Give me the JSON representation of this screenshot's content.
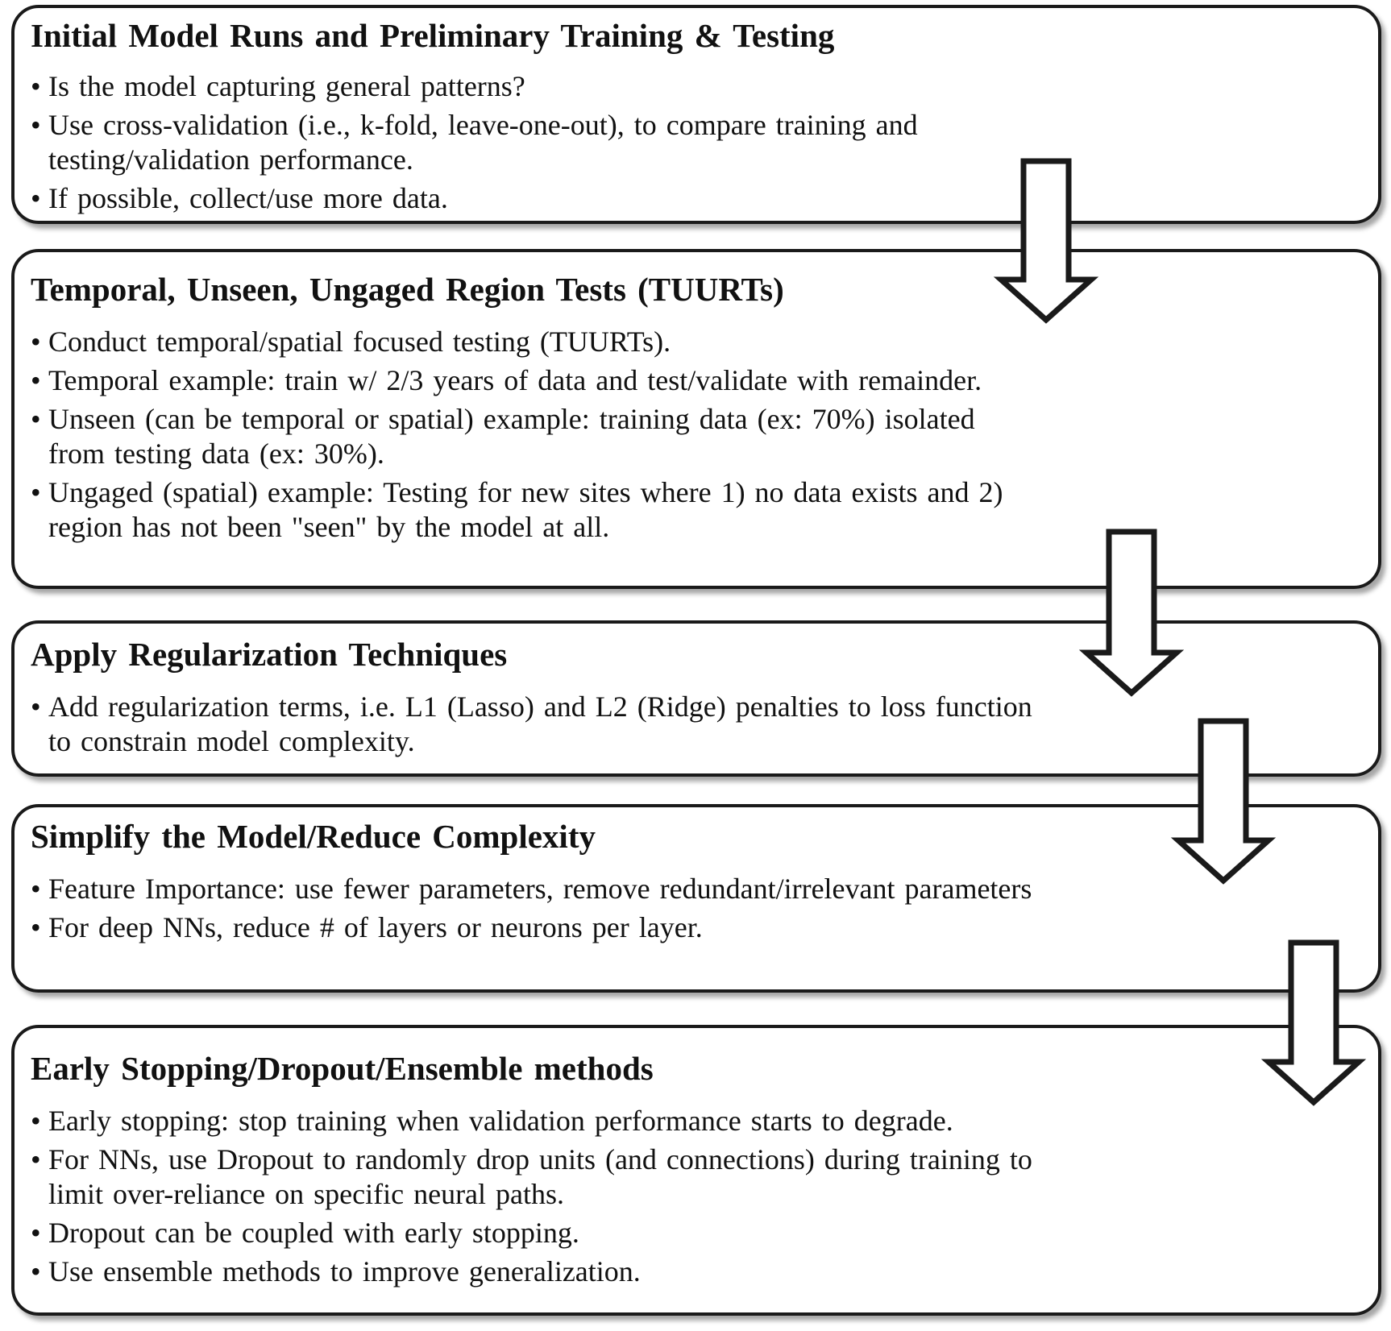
{
  "steps": [
    {
      "title": "Initial Model Runs and Preliminary Training & Testing",
      "bullets": [
        "Is the model capturing general patterns?",
        "Use cross-validation (i.e., k-fold, leave-one-out), to compare training and testing/validation performance.",
        "If possible, collect/use more data."
      ]
    },
    {
      "title": "Temporal, Unseen, Ungaged Region Tests (TUURTs)",
      "bullets": [
        "Conduct temporal/spatial focused testing (TUURTs).",
        "Temporal example: train w/ 2/3 years of data and test/validate with remainder.",
        "Unseen (can be temporal or spatial) example: training data (ex: 70%) isolated from testing data (ex: 30%).",
        "Ungaged (spatial) example: Testing for new sites where 1) no data exists and 2) region has not been \"seen\" by the model at all."
      ]
    },
    {
      "title": "Apply Regularization Techniques",
      "bullets": [
        "Add regularization terms, i.e. L1 (Lasso) and L2 (Ridge) penalties to loss function to constrain model complexity."
      ]
    },
    {
      "title": "Simplify the Model/Reduce Complexity",
      "bullets": [
        "Feature Importance: use fewer parameters, remove redundant/irrelevant parameters",
        "For deep NNs, reduce # of layers or neurons per layer."
      ]
    },
    {
      "title": "Early Stopping/Dropout/Ensemble methods",
      "bullets": [
        "Early stopping: stop training when validation performance starts to degrade.",
        "For NNs, use Dropout to randomly drop units (and connections) during training to limit over-reliance on specific neural paths.",
        "Dropout can be coupled with early stopping.",
        "Use ensemble methods to improve generalization."
      ]
    }
  ]
}
